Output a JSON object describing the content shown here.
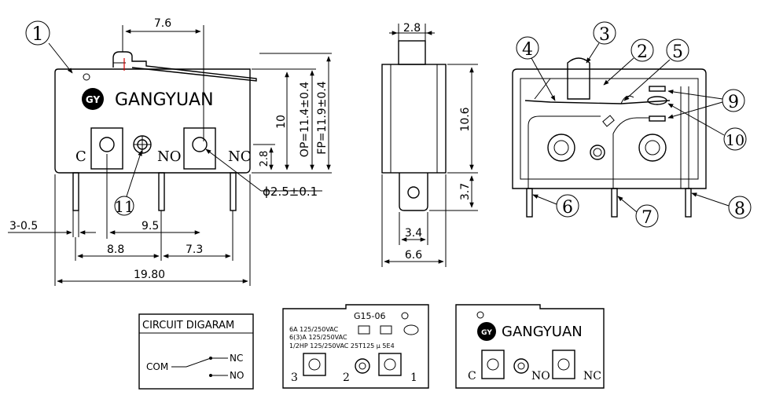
{
  "brand": "GANGYUAN",
  "logo_letters": "GY",
  "callouts": [
    "1",
    "2",
    "3",
    "4",
    "5",
    "6",
    "7",
    "8",
    "9",
    "10",
    "11"
  ],
  "front_view": {
    "dims": {
      "lever_offset": "7.6",
      "op": "OP=11.4±0.4",
      "fp": "FP=11.9±0.4",
      "height": "10",
      "terminal_pos": "2.8",
      "hole": "ϕ2.5±0.1",
      "pin_width": "3-0.5",
      "pitch_9_5": "9.5",
      "pitch_8_8": "8.8",
      "pitch_7_3": "7.3",
      "length": "19.80"
    },
    "terminals": {
      "c": "C",
      "no": "NO",
      "nc": "NC"
    }
  },
  "side_view": {
    "dims": {
      "top": "2.8",
      "height": "10.6",
      "pin": "3.7",
      "pin_w": "3.4",
      "width": "6.6"
    }
  },
  "circuit": {
    "title": "CIRCUIT DIGARAM",
    "com": "COM",
    "nc": "NC",
    "no": "NO"
  },
  "label_back": {
    "model": "G15-06",
    "rating1": "6A 125/250VAC",
    "rating2": "6(3)A 125/250VAC",
    "rating3": "1/2HP 125/250VAC 25T125 μ 5E4",
    "t3": "3",
    "t2": "2",
    "t1": "1"
  },
  "label_front": {
    "c": "C",
    "no": "NO",
    "nc": "NC"
  }
}
